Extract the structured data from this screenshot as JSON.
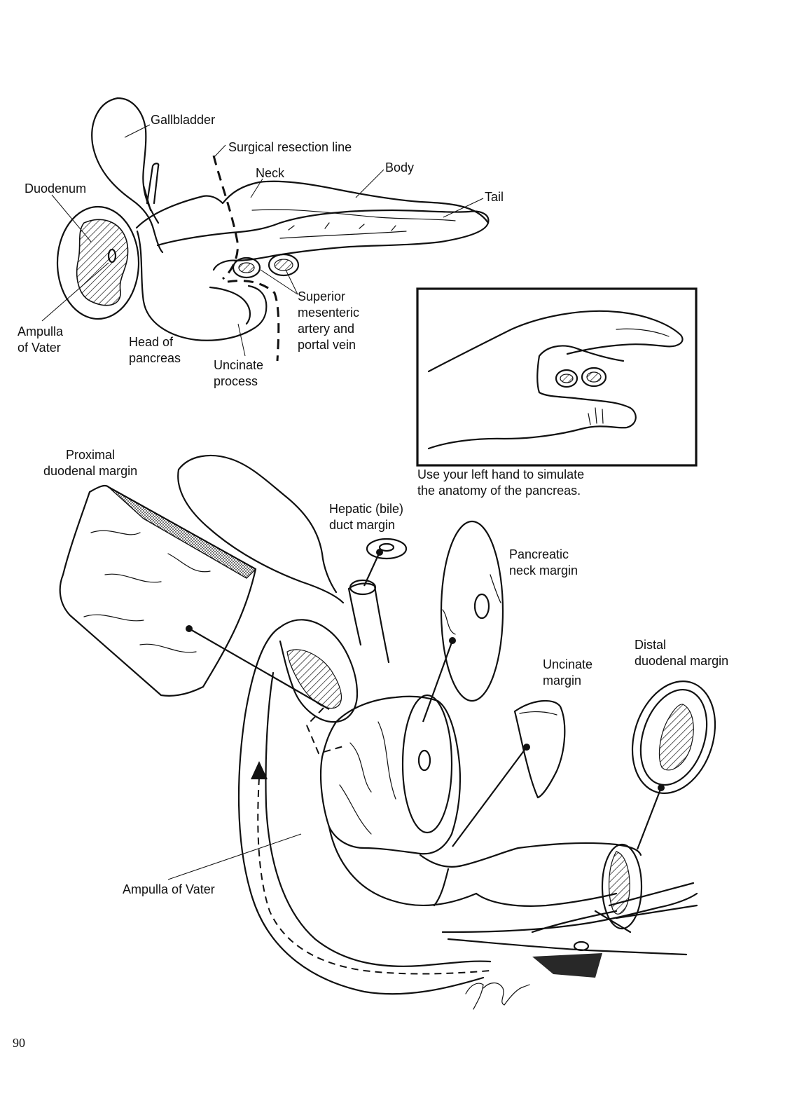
{
  "labels": {
    "gallbladder": "Gallbladder",
    "resection": "Surgical resection line",
    "neck": "Neck",
    "body": "Body",
    "tail": "Tail",
    "duodenum": "Duodenum",
    "ampulla_top": "Ampulla\nof Vater",
    "head": "Head of\npancreas",
    "uncinate_process": "Uncinate\nprocess",
    "sma": "Superior\nmesenteric\nartery and\nportal vein",
    "inset_caption": "Use your left hand to simulate\nthe anatomy of the pancreas.",
    "proximal": "Proximal\nduodenal margin",
    "hepatic": "Hepatic (bile)\nduct margin",
    "pancreatic_neck": "Pancreatic\nneck margin",
    "uncinate_margin": "Uncinate\nmargin",
    "distal": "Distal\nduodenal margin",
    "ampulla_bottom": "Ampulla of Vater"
  },
  "page_number": "90",
  "colors": {
    "ink": "#111111",
    "paper": "#ffffff"
  }
}
